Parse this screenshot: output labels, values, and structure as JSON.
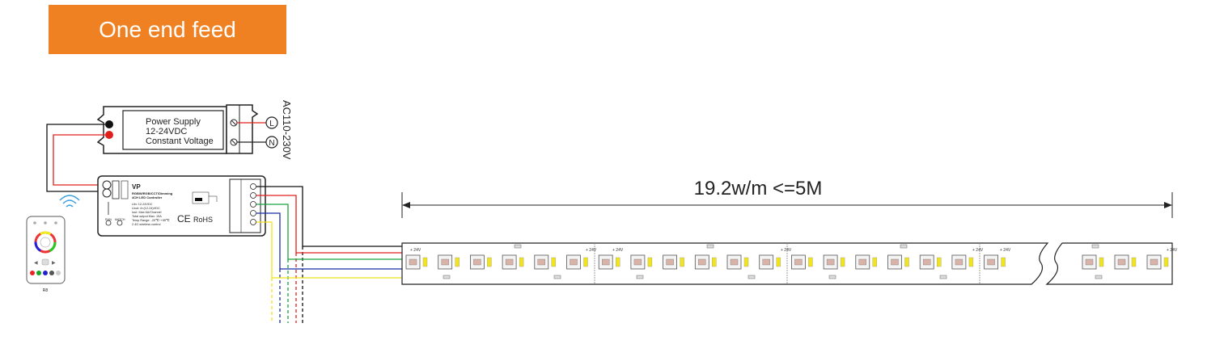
{
  "header": {
    "title": "One end feed"
  },
  "power_supply": {
    "line1": "Power Supply",
    "line2": "12-24VDC",
    "line3": "Constant Voltage"
  },
  "ac_input": {
    "label": "AC110-230V",
    "live": "L",
    "neutral": "N"
  },
  "controller": {
    "model": "VP",
    "subtitle1": "RGBW/RGB/CCT/Dimming",
    "subtitle2": "4CH LED Controller",
    "spec1": "Uin: 12-24VDC",
    "spec2": "Uout: 4×(12-24)VDC",
    "spec3": "Iout: Max 6A/Channel",
    "spec4": "Total output Max: 15A",
    "spec5": "Temp Range: -20℃~+55℃",
    "spec6": "2.4G wireless control",
    "ce": "CE",
    "rohs": "RoHS",
    "run": "RUN",
    "match": "MATCH"
  },
  "remote": {
    "label": "R8"
  },
  "strip": {
    "spec": "19.2w/m <=5M",
    "voltage": "24V"
  },
  "colors": {
    "accent": "#f08122",
    "red": "#e0201c",
    "green": "#1aa53a",
    "blue": "#1c2fa8",
    "yellow": "#f2e41a",
    "black": "#111111"
  }
}
